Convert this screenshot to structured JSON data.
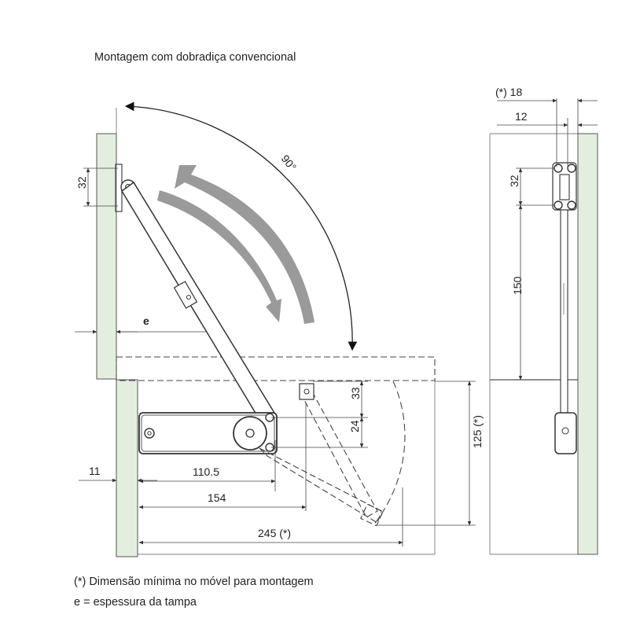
{
  "title": "Montagem com dobradiça convencional",
  "angle_label": "90°",
  "dimensions": {
    "d32_left": "32",
    "e_label": "e",
    "d11": "11",
    "d110_5": "110.5",
    "d154": "154",
    "d245": "245 (*)",
    "d33": "33",
    "d24": "24",
    "d125": "125 (*)",
    "d18": "(*) 18",
    "d12": "12",
    "d32_right": "32",
    "d150": "150"
  },
  "notes": {
    "line1": "(*) Dimensão mínima no móvel para montagem",
    "line2": "e = espessura da tampa"
  },
  "colors": {
    "panel": "#e4eedf",
    "arrow": "#9a9a9a",
    "line": "#333333"
  }
}
